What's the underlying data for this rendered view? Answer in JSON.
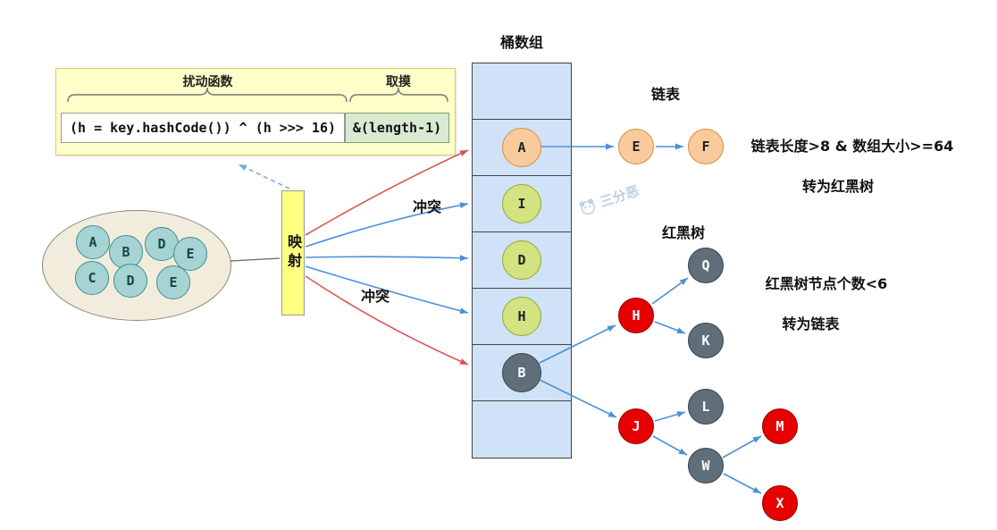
{
  "labels": {
    "bucket_array": "桶数组",
    "linked_list": "链表",
    "red_black_tree": "红黑树",
    "mapping": "映射",
    "collision_top": "冲突",
    "collision_bottom": "冲突"
  },
  "formula": {
    "perturbation_label": "扰动函数",
    "modulo_label": "取摸",
    "hash_expression": "(h = key.hashCode()) ^ (h >>> 16)",
    "mask_expression": "&(length-1)"
  },
  "keys": {
    "items": [
      "A",
      "B",
      "D",
      "E",
      "C",
      "D",
      "E"
    ]
  },
  "bucket": {
    "cells": [
      {
        "value": "",
        "type": "empty"
      },
      {
        "value": "A",
        "type": "orange"
      },
      {
        "value": "I",
        "type": "green"
      },
      {
        "value": "D",
        "type": "green"
      },
      {
        "value": "H",
        "type": "green"
      },
      {
        "value": "B",
        "type": "dark"
      },
      {
        "value": "",
        "type": "empty"
      }
    ]
  },
  "linked_list": {
    "nodes": [
      "E",
      "F"
    ]
  },
  "tree": {
    "root_ref": "B",
    "nodes": [
      {
        "label": "H",
        "color": "red"
      },
      {
        "label": "Q",
        "color": "dark"
      },
      {
        "label": "K",
        "color": "dark"
      },
      {
        "label": "J",
        "color": "red"
      },
      {
        "label": "L",
        "color": "dark"
      },
      {
        "label": "W",
        "color": "dark"
      },
      {
        "label": "M",
        "color": "red"
      },
      {
        "label": "X",
        "color": "red"
      }
    ],
    "edges": [
      [
        "B",
        "H"
      ],
      [
        "B",
        "J"
      ],
      [
        "H",
        "Q"
      ],
      [
        "H",
        "K"
      ],
      [
        "J",
        "L"
      ],
      [
        "J",
        "W"
      ],
      [
        "W",
        "M"
      ],
      [
        "W",
        "X"
      ]
    ]
  },
  "annotations": {
    "treeify_condition": "链表长度>8 & 数组大小>=64",
    "treeify_action": "转为红黑树",
    "untreeify_condition": "红黑树节点个数<6",
    "untreeify_action": "转为链表"
  },
  "watermark": {
    "text": "三分恶"
  },
  "colors": {
    "bucket_fill": "#cfe2f7",
    "orange_node": "#f9cb9c",
    "green_node": "#d3e381",
    "dark_node": "#5f6e78",
    "red_node": "#e60000",
    "teal_node": "#a6d4d4",
    "highlight_yellow": "#ffff80",
    "formula_bg": "#ffffc9",
    "mask_bg": "#d9ead3",
    "arrow_blue": "#4a90d9",
    "arrow_red": "#e05252"
  }
}
